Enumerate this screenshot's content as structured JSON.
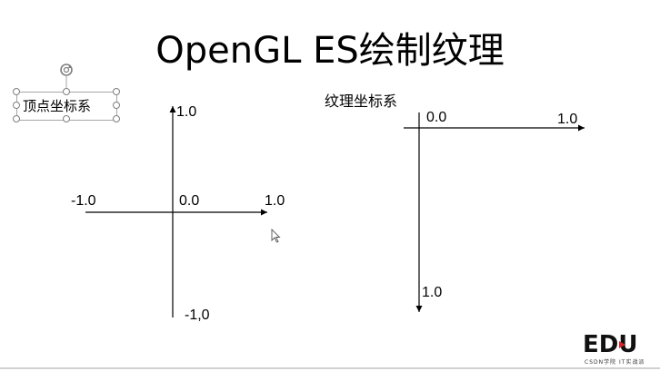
{
  "slide": {
    "title": "OpenGL ES绘制纹理"
  },
  "vertex_coords": {
    "caption": "顶点坐标系",
    "labels": {
      "top": "1.0",
      "left": "-1.0",
      "origin": "0.0",
      "right": "1.0",
      "bottom": "-1,0"
    }
  },
  "texture_coords": {
    "caption": "纹理坐标系",
    "labels": {
      "origin": "0.0",
      "right": "1.0",
      "bottom": "1.0"
    }
  },
  "logo": {
    "text": "EDU",
    "subtitle": "CSDN学院  IT实战派"
  },
  "colors": {
    "text": "#000000",
    "axis": "#000000",
    "handle": "#7f7f7f",
    "logo_play": "#d6262b"
  },
  "icons": [
    "rotate-handle-icon",
    "mouse-cursor-icon"
  ]
}
